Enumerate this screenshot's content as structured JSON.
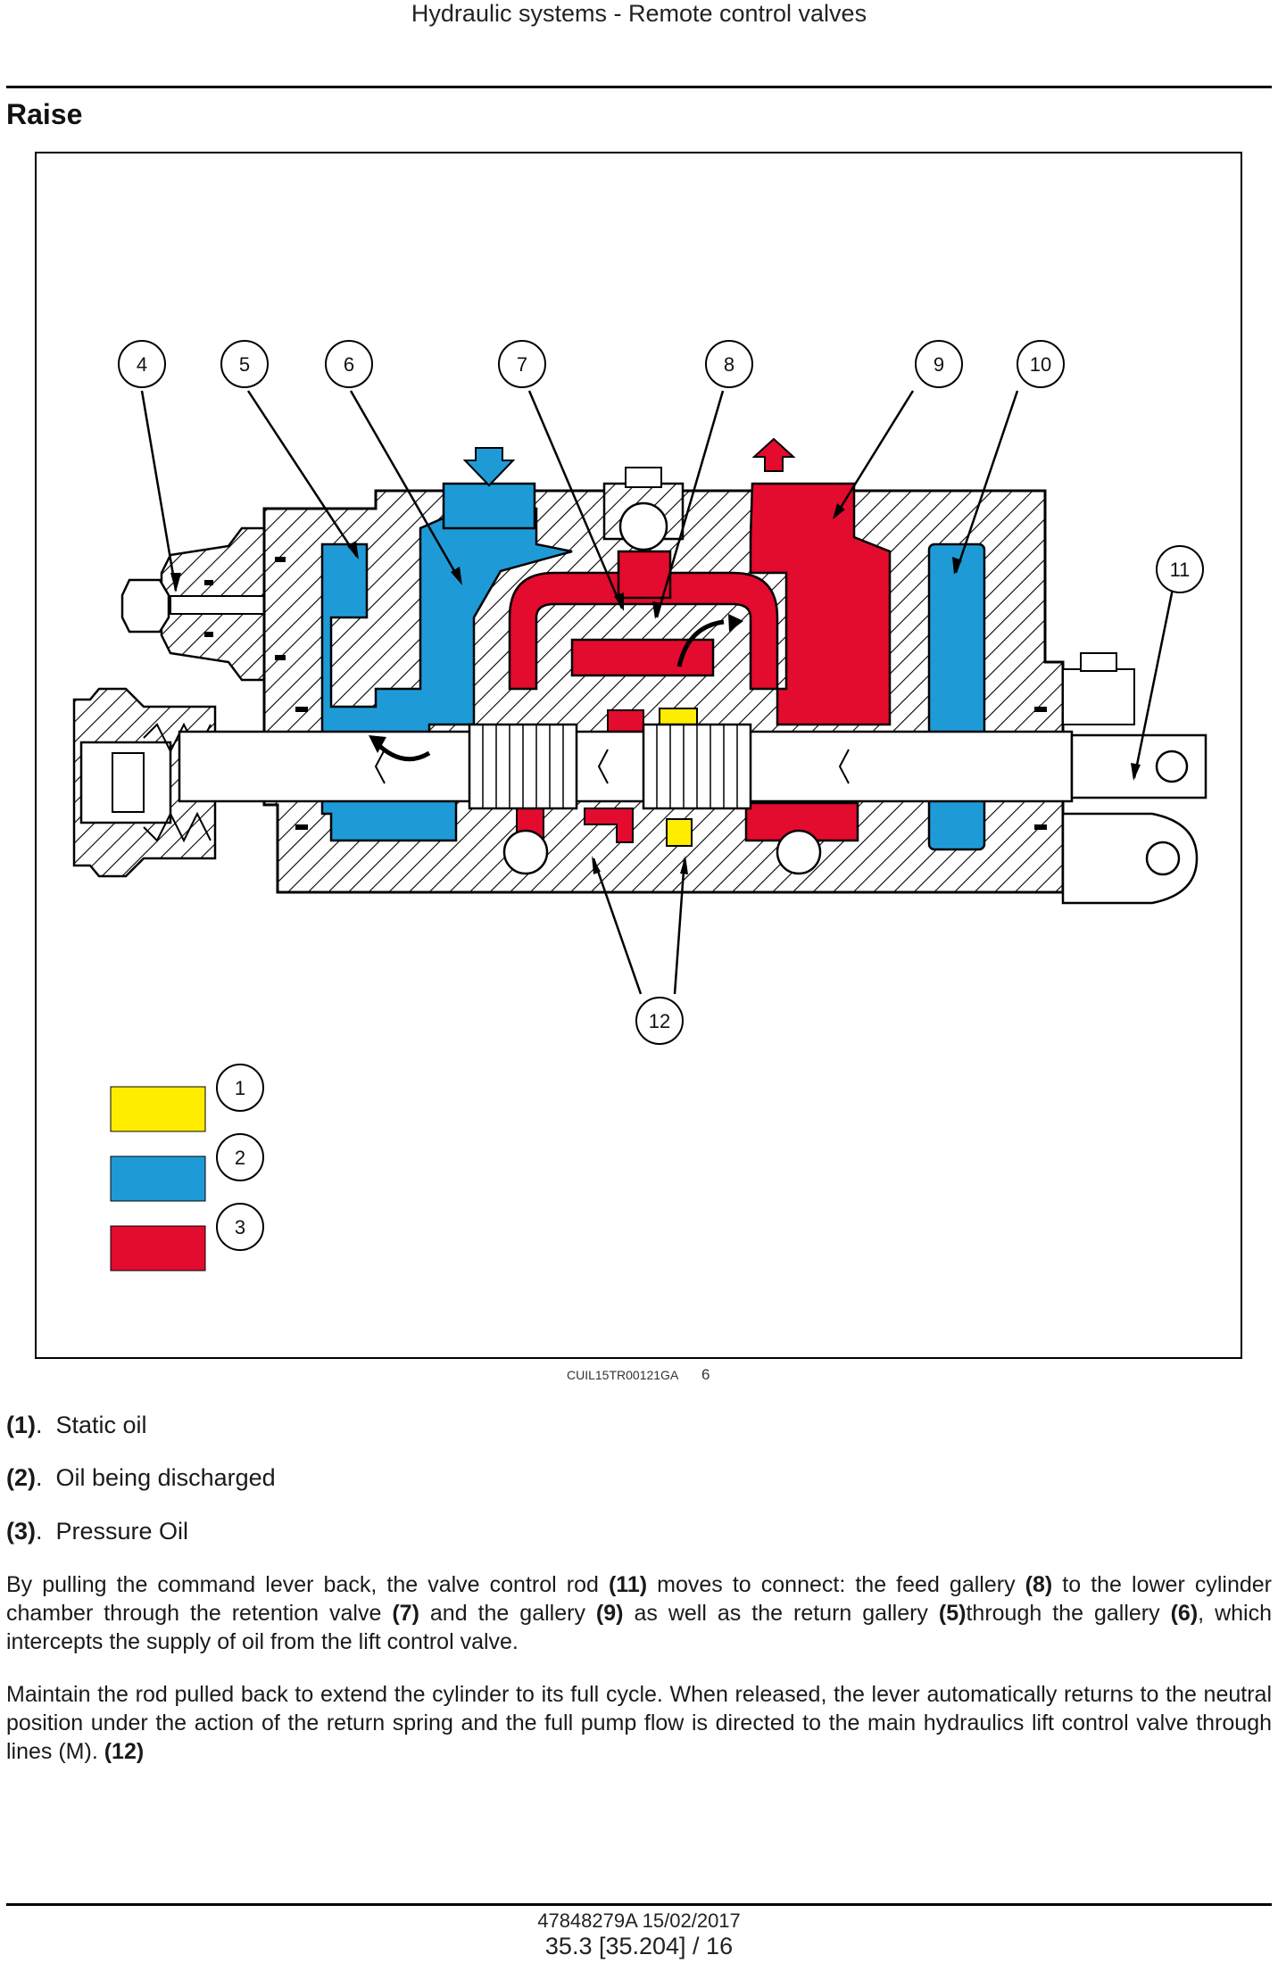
{
  "header": {
    "title": "Hydraulic systems - Remote control valves"
  },
  "section": {
    "title": "Raise"
  },
  "figure": {
    "code": "CUIL15TR00121GA",
    "index": "6",
    "callouts": [
      "1",
      "2",
      "3",
      "4",
      "5",
      "6",
      "7",
      "8",
      "9",
      "10",
      "11",
      "12"
    ],
    "colors": {
      "static_oil": "#FFED00",
      "discharged_oil": "#1E9BD7",
      "pressure_oil": "#E30B2E"
    }
  },
  "legend": [
    {
      "num": "(1)",
      "text": "Static oil"
    },
    {
      "num": "(2)",
      "text": "Oil being discharged"
    },
    {
      "num": "(3)",
      "text": "Pressure Oil"
    }
  ],
  "body": {
    "p1": {
      "t1": "By pulling the command lever back, the valve control rod ",
      "b1": "(11)",
      "t2": " moves to connect: the feed gallery ",
      "b2": "(8)",
      "t3": " to the lower cylinder chamber through the retention valve ",
      "b3": "(7)",
      "t4": " and the gallery ",
      "b4": "(9)",
      "t5": " as well as the return gallery ",
      "b5": "(5)",
      "t6": "through the gallery ",
      "b6": "(6)",
      "t7": ", which intercepts the supply of oil from the lift control valve."
    },
    "p2": {
      "t1": "Maintain the rod pulled back to extend the cylinder to its full cycle. When released, the lever automatically returns to the neutral position under the action of the return spring and the full pump flow is directed to the main hydraulics lift control valve through lines (M). ",
      "b1": "(12)"
    }
  },
  "footer": {
    "doc": "47848279A 15/02/2017",
    "page": "35.3 [35.204] / 16"
  }
}
